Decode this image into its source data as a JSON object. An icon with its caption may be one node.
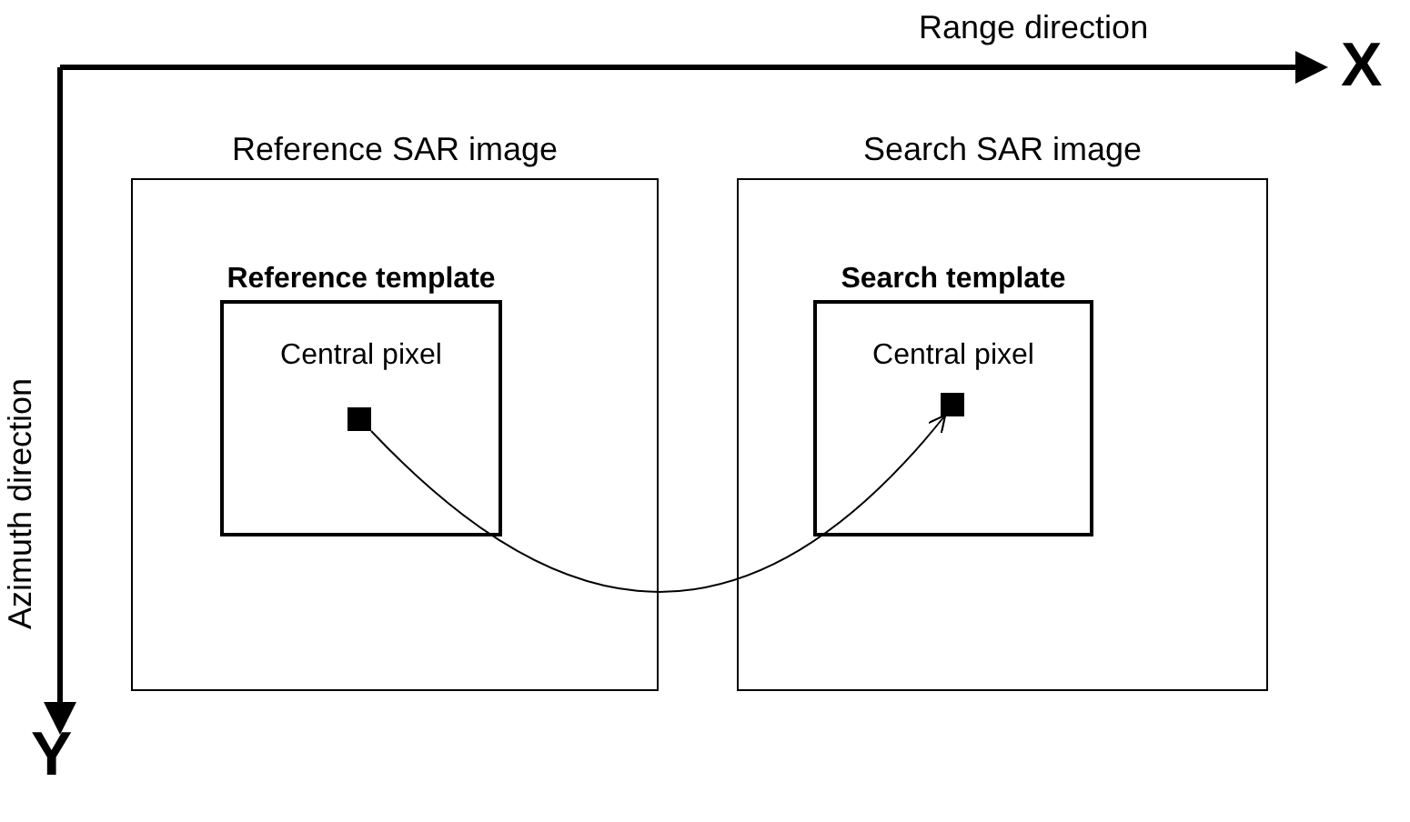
{
  "diagram": {
    "nodes": [
      {
        "text": [
          "Reference SAR image"
        ]
      },
      {
        "text": [
          "Reference template",
          "Central pixel"
        ],
        "in": 0
      },
      {
        "text": [],
        "shape": "box",
        "in": 1
      },
      {
        "text": [
          "Search SAR image"
        ]
      },
      {
        "text": [
          "Search template",
          "Central pixel"
        ],
        "in": 3
      },
      {
        "text": [],
        "shape": "box",
        "in": 4
      }
    ],
    "edges": [
      {
        "from": 2,
        "to": 5,
        "arrow": "to"
      }
    ],
    "labels": [
      "Range direction",
      "X",
      "Azimuth direction",
      "Y"
    ]
  }
}
